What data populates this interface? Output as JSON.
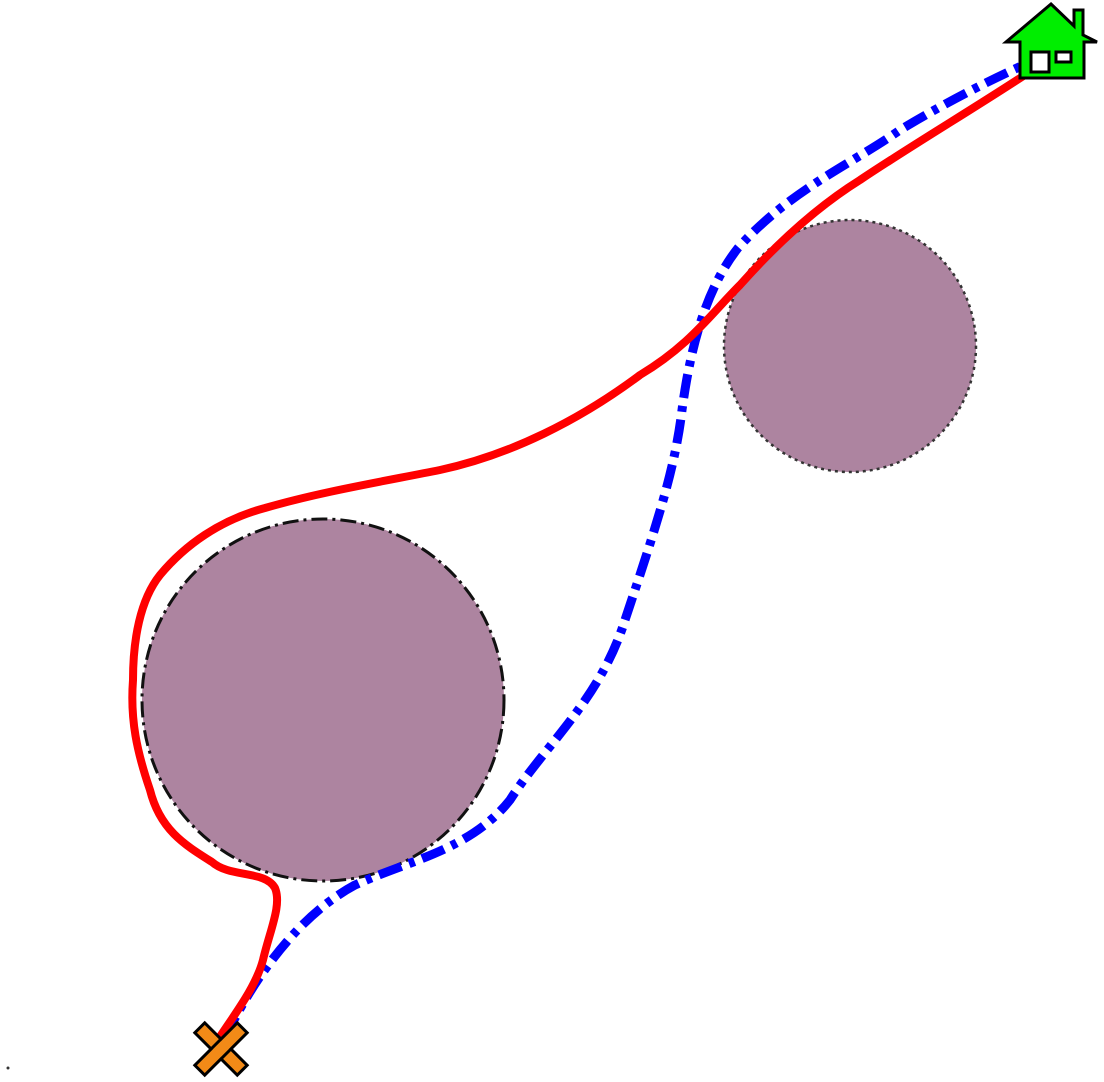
{
  "scene": {
    "background_color": "#ffffff",
    "obstacles": [
      {
        "id": "obstacle-large",
        "fill": "#ad84a0",
        "border": "dash-dot"
      },
      {
        "id": "obstacle-small",
        "fill": "#ad84a0",
        "border": "dotted"
      }
    ],
    "start_marker": {
      "icon": "x-mark-icon",
      "color": "#f28a17"
    },
    "goal_marker": {
      "icon": "house-icon",
      "color": "#00ee00"
    },
    "paths": [
      {
        "id": "path-red",
        "color": "#ff0000",
        "style": "solid"
      },
      {
        "id": "path-blue",
        "color": "#0000ff",
        "style": "dash-dot"
      }
    ]
  }
}
